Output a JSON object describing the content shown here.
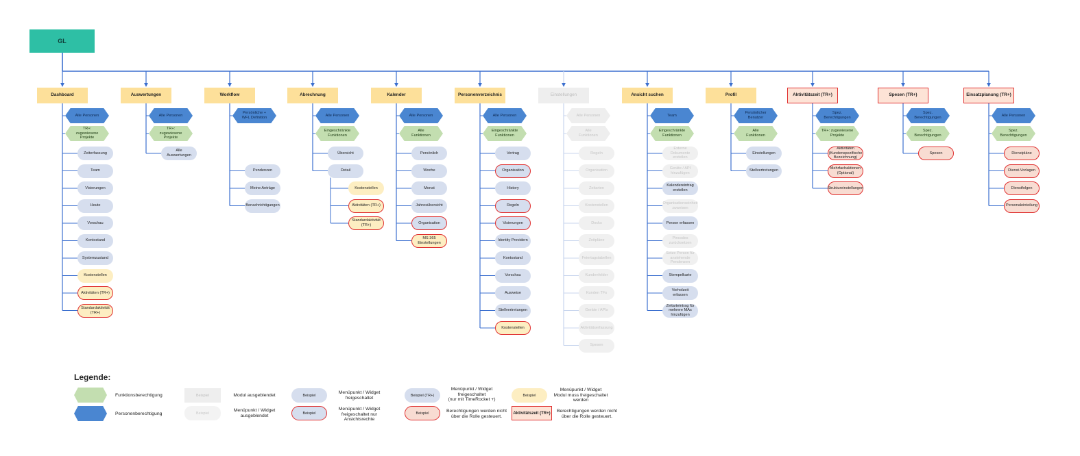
{
  "root": {
    "label": "GL"
  },
  "columns": [
    {
      "header": "Dashboard",
      "header_style": "normal",
      "items": [
        {
          "label": "Alle Personen",
          "kind": "hex-pers"
        },
        {
          "label": "TR+:\nzugewiesene\nProjekte",
          "kind": "hex-func"
        },
        {
          "label": "Zeiterfassung",
          "kind": "pill"
        },
        {
          "label": "Team",
          "kind": "pill"
        },
        {
          "label": "Visierungen",
          "kind": "pill"
        },
        {
          "label": "Heute",
          "kind": "pill"
        },
        {
          "label": "Vorschau",
          "kind": "pill"
        },
        {
          "label": "Kontostand",
          "kind": "pill"
        },
        {
          "label": "Systemzustand",
          "kind": "pill"
        },
        {
          "label": "Kostenstellen",
          "kind": "pill-yellow"
        },
        {
          "label": "Aktivitäten (TR+)",
          "kind": "pill-yellow-red"
        },
        {
          "label": "Standardaktivität\n(TR+)",
          "kind": "pill-yellow-red"
        }
      ]
    },
    {
      "header": "Auswertungen",
      "header_style": "normal",
      "items": [
        {
          "label": "Alle Personen",
          "kind": "hex-pers"
        },
        {
          "label": "TR+:\nzugewiesene\nProjekte",
          "kind": "hex-func"
        },
        {
          "label": "Alle Auswertungen",
          "kind": "pill"
        }
      ]
    },
    {
      "header": "Workflow",
      "header_style": "normal",
      "items": [
        {
          "label": "Persönliche +\nWFL Definition",
          "kind": "hex-pers"
        },
        {
          "label": "Pendenzen",
          "kind": "pill",
          "gap": 1
        },
        {
          "label": "Meine Anträge",
          "kind": "pill"
        },
        {
          "label": "Benachrichtigungen",
          "kind": "pill"
        }
      ]
    },
    {
      "header": "Abrechnung",
      "header_style": "normal",
      "items": [
        {
          "label": "Alle Personen",
          "kind": "hex-pers"
        },
        {
          "label": "Eingeschränkte\nFunktionen",
          "kind": "hex-func"
        },
        {
          "label": "Übersicht",
          "kind": "pill"
        },
        {
          "label": "Detail",
          "kind": "pill"
        },
        {
          "label": "Kostenstellen",
          "kind": "pill-yellow",
          "sub": true
        },
        {
          "label": "Aktivitäten (TR+)",
          "kind": "pill-yellow-red",
          "sub": true
        },
        {
          "label": "Standardaktivität\n(TR+)",
          "kind": "pill-yellow-red",
          "sub": true
        }
      ]
    },
    {
      "header": "Kalender",
      "header_style": "normal",
      "items": [
        {
          "label": "Alle Personen",
          "kind": "hex-pers"
        },
        {
          "label": "Alle\nFunktionen",
          "kind": "hex-func"
        },
        {
          "label": "Persönlich",
          "kind": "pill"
        },
        {
          "label": "Woche",
          "kind": "pill"
        },
        {
          "label": "Monat",
          "kind": "pill"
        },
        {
          "label": "Jahresübersicht",
          "kind": "pill"
        },
        {
          "label": "Organisation",
          "kind": "pill-red"
        },
        {
          "label": "MS 365\nEinstellungen",
          "kind": "pill-yellow-red"
        }
      ]
    },
    {
      "header": "Personenverzeichnis",
      "header_style": "normal",
      "items": [
        {
          "label": "Alle Personen",
          "kind": "hex-pers"
        },
        {
          "label": "Eingeschränkte\nFunktionen",
          "kind": "hex-func"
        },
        {
          "label": "Vertrag",
          "kind": "pill"
        },
        {
          "label": "Organisation",
          "kind": "pill-red"
        },
        {
          "label": "History",
          "kind": "pill"
        },
        {
          "label": "Regeln",
          "kind": "pill-red"
        },
        {
          "label": "Visierungen",
          "kind": "pill-red"
        },
        {
          "label": "Identity Providern",
          "kind": "pill"
        },
        {
          "label": "Kontostand",
          "kind": "pill"
        },
        {
          "label": "Vorschau",
          "kind": "pill"
        },
        {
          "label": "Ausweise",
          "kind": "pill"
        },
        {
          "label": "Stellvertretungen",
          "kind": "pill"
        },
        {
          "label": "Kostenstellen",
          "kind": "pill-yellow-red"
        }
      ]
    },
    {
      "header": "Einstellungen",
      "header_style": "disabled",
      "items": [
        {
          "label": "Alle Personen",
          "kind": "hex-dis"
        },
        {
          "label": "Alle\nFunktionen",
          "kind": "hex-dis"
        },
        {
          "label": "Regeln",
          "kind": "pill-dis"
        },
        {
          "label": "Organisation",
          "kind": "pill-dis"
        },
        {
          "label": "Zeitarten",
          "kind": "pill-dis"
        },
        {
          "label": "Kostenstellen",
          "kind": "pill-dis"
        },
        {
          "label": "Docks",
          "kind": "pill-dis"
        },
        {
          "label": "Zeitpläne",
          "kind": "pill-dis"
        },
        {
          "label": "Feiertagstabellen",
          "kind": "pill-dis"
        },
        {
          "label": "Kundenfelder",
          "kind": "pill-dis"
        },
        {
          "label": "Kunden TFs",
          "kind": "pill-dis"
        },
        {
          "label": "Geräte / APIs",
          "kind": "pill-dis"
        },
        {
          "label": "Aktivitätserfassung",
          "kind": "pill-dis"
        },
        {
          "label": "Spesen",
          "kind": "pill-dis"
        }
      ]
    },
    {
      "header": "Ansicht suchen",
      "header_style": "normal",
      "items": [
        {
          "label": "Team",
          "kind": "hex-pers"
        },
        {
          "label": "Eingeschränkte\nFunktionen",
          "kind": "hex-func"
        },
        {
          "label": "Externe Dokumente\nerstellen",
          "kind": "pill-dis"
        },
        {
          "label": "Geräte / API\nhinzufügen",
          "kind": "pill-dis"
        },
        {
          "label": "Kalendereintrag\nerstellen",
          "kind": "pill"
        },
        {
          "label": "Organisationseinheit\nzuweisen",
          "kind": "pill-dis"
        },
        {
          "label": "Person erfassen",
          "kind": "pill"
        },
        {
          "label": "Pincodes\nzurücksetzen",
          "kind": "pill-dis"
        },
        {
          "label": "Setze Person für\nanstehende Pendenzen",
          "kind": "pill-dis"
        },
        {
          "label": "Stempelkarte",
          "kind": "pill"
        },
        {
          "label": "Vorholzeit erfassen",
          "kind": "pill"
        },
        {
          "label": "Zeitarteintrag für\nmehrere MAs hinzufügen",
          "kind": "pill"
        }
      ]
    },
    {
      "header": "Profil",
      "header_style": "normal",
      "items": [
        {
          "label": "Persönlicher\nBenutzer",
          "kind": "hex-pers"
        },
        {
          "label": "Alle\nFunktionen",
          "kind": "hex-func"
        },
        {
          "label": "Einstellungen",
          "kind": "pill"
        },
        {
          "label": "Stellvertretungen",
          "kind": "pill"
        }
      ]
    },
    {
      "header": "Aktivitätszeit (TR+)",
      "header_style": "redbox",
      "items": [
        {
          "label": "Spez.\nBerechtigungen",
          "kind": "hex-pers"
        },
        {
          "label": "TR+: zugewiesene\nProjekte",
          "kind": "hex-func"
        },
        {
          "label": "Aktivitäten\n(Kundenspezifische\nBezeichnung)",
          "kind": "pill-salmon"
        },
        {
          "label": "Mehrfachaktionen\n(Optional)",
          "kind": "pill-salmon"
        },
        {
          "label": "Struktureinstellungen",
          "kind": "pill-salmon"
        }
      ]
    },
    {
      "header": "Spesen (TR+)",
      "header_style": "redbox",
      "items": [
        {
          "label": "Spez.\nBerechtigungen",
          "kind": "hex-pers"
        },
        {
          "label": "Spez.\nBerechtigungen",
          "kind": "hex-func"
        },
        {
          "label": "Spesen",
          "kind": "pill-salmon"
        }
      ]
    },
    {
      "header": "Einsatzplanung (TR+)",
      "header_style": "redbox",
      "items": [
        {
          "label": "Alle Personen",
          "kind": "hex-pers"
        },
        {
          "label": "Spez.\nBerechtigungen",
          "kind": "hex-func"
        },
        {
          "label": "Dienstpläne",
          "kind": "pill-salmon"
        },
        {
          "label": "Dienst-Vorlagen",
          "kind": "pill-salmon"
        },
        {
          "label": "Dienstfolgen",
          "kind": "pill-salmon"
        },
        {
          "label": "Personaleinteilung",
          "kind": "pill-salmon"
        }
      ]
    }
  ],
  "legend": {
    "title": "Legende:",
    "funktionsberechtigung": "Funktionsberechtigung",
    "personenberechtigung": "Personenberechtigung",
    "beispiel": "Beispiel",
    "beispiel_tr": "Beispiel (TR+)",
    "modul_ausgeblendet": "Modul ausgeblendet",
    "menupunkt_ausgeblendet": "Menüpunkt / Widget\nausgeblendet",
    "freigeschaltet": "Menüpunkt / Widget\nfreigeschaltet",
    "freigeschaltet_ansicht": "Menüpunkt / Widget\nfreigeschaltet nur\nAnsichtsrechte",
    "freigeschaltet_tr": "Menüpunkt / Widget\nfreigeschaltet\n(nur mit TimeRocket +)",
    "nicht_gesteuert_1": "Berechtigungen werden nicht\nüber die Rolle gesteuert.",
    "muss_freigeschaltet": "Menüpunkt / Widget\nModul muss freigeschaltet\nwerden",
    "box_label": "Aktivitätszeit (TR+)",
    "nicht_gesteuert_2": "Berechtigungen werden nicht\nüber die Rolle gesteuert."
  }
}
